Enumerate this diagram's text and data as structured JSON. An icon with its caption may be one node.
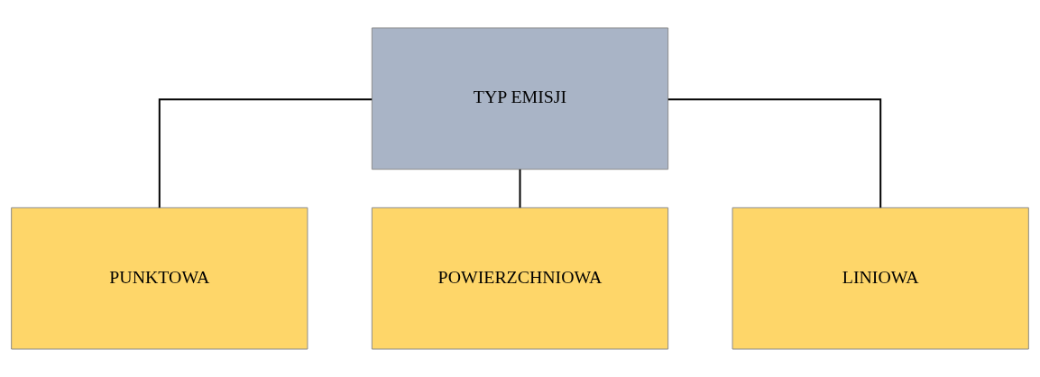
{
  "diagram": {
    "nodes": [
      {
        "text": [
          "TYP EMISJI"
        ]
      },
      {
        "text": [
          "PUNKTOWA"
        ]
      },
      {
        "text": [
          "POWIERZCHNIOWA"
        ]
      },
      {
        "text": [
          "LINIOWA"
        ]
      }
    ],
    "edges": [
      {
        "from": 0,
        "to": 1,
        "arrow": "none"
      },
      {
        "from": 0,
        "to": 2,
        "arrow": "none"
      },
      {
        "from": 0,
        "to": 3,
        "arrow": "none"
      }
    ]
  }
}
